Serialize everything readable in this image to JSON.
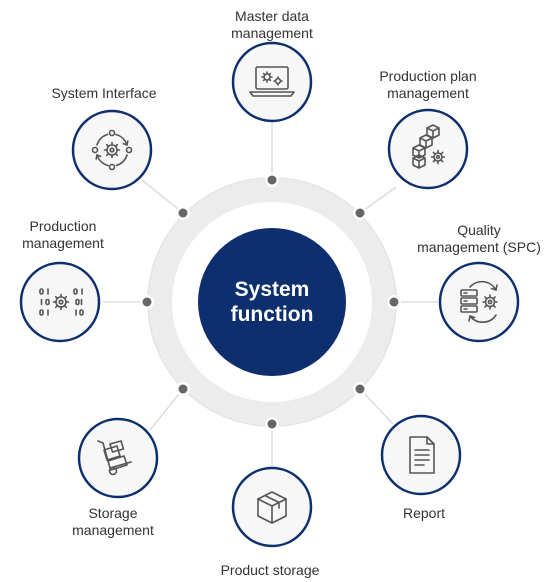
{
  "center": {
    "title": "System\nfunction"
  },
  "colors": {
    "navy": "#0d2f6e",
    "ring": "#ececec",
    "node_fill": "#f7f7f7",
    "connector": "#dddddd",
    "dot": "#666666",
    "icon": "#555555",
    "text": "#333333"
  },
  "nodes": [
    {
      "id": "master-data",
      "label": "Master data\nmanagement",
      "icon": "laptop-gears-icon"
    },
    {
      "id": "production-plan",
      "label": "Production plan\nmanagement",
      "icon": "blocks-gear-icon"
    },
    {
      "id": "quality",
      "label": "Quality\nmanagement (SPC)",
      "icon": "server-gear-cycle-icon"
    },
    {
      "id": "report",
      "label": "Report",
      "icon": "document-icon"
    },
    {
      "id": "product-storage",
      "label": "Product storage",
      "icon": "box-icon"
    },
    {
      "id": "storage",
      "label": "Storage\nmanagement",
      "icon": "hand-truck-icon"
    },
    {
      "id": "production",
      "label": "Production\nmanagement",
      "icon": "binary-gear-icon"
    },
    {
      "id": "system-interface",
      "label": "System Interface",
      "icon": "gear-cycle-icon"
    }
  ]
}
